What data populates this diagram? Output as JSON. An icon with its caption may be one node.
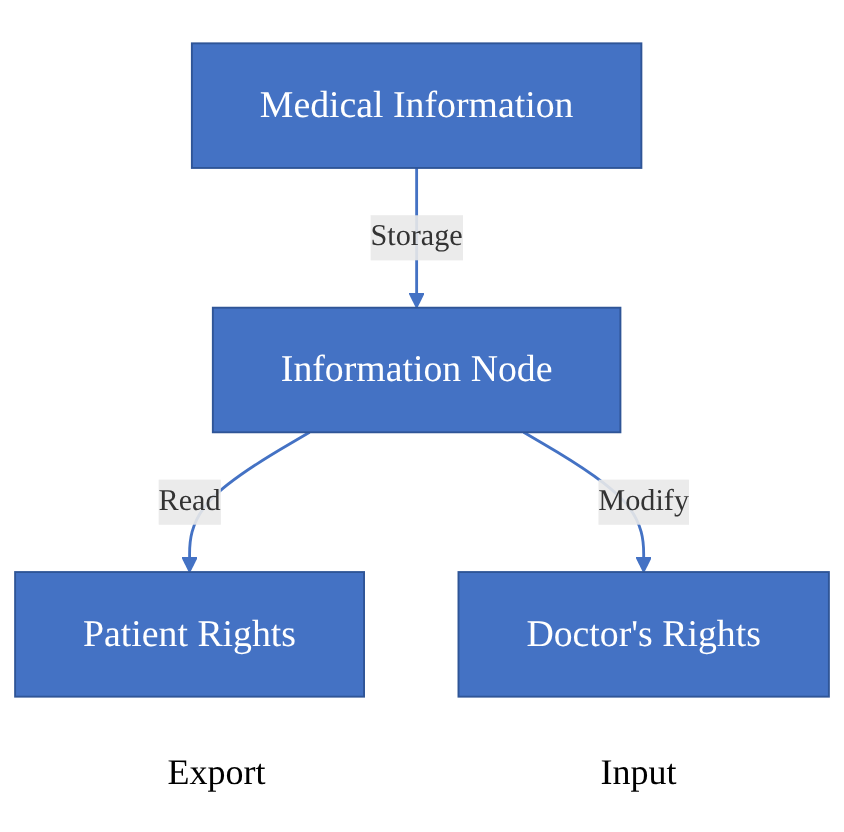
{
  "diagram": {
    "nodes": [
      {
        "text": [
          "Medical Information"
        ]
      },
      {
        "text": [
          "Information Node"
        ]
      },
      {
        "text": [
          "Patient Rights"
        ]
      },
      {
        "text": [
          "Doctor's Rights"
        ]
      }
    ],
    "edges": [
      {
        "from": 0,
        "to": 1,
        "arrow": "to",
        "label": "Storage"
      },
      {
        "from": 1,
        "to": 2,
        "arrow": "to",
        "label": "Read"
      },
      {
        "from": 1,
        "to": 3,
        "arrow": "to",
        "label": "Modify"
      }
    ],
    "labels": [
      "Export",
      "Input"
    ]
  }
}
